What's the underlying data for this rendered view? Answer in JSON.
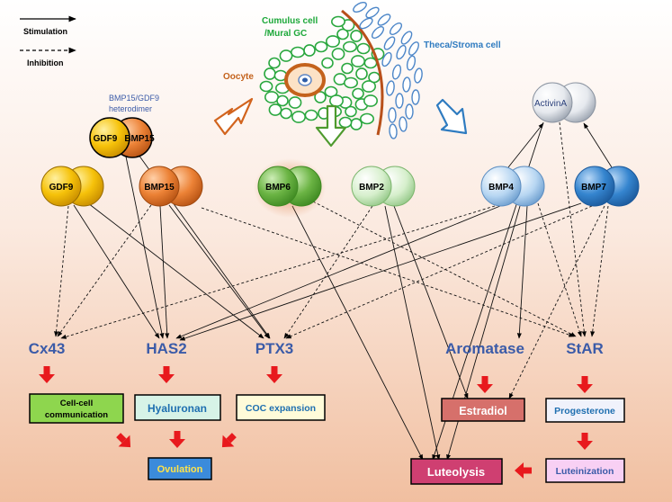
{
  "legend": {
    "stimulation": "Stimulation",
    "inhibition": "Inhibition"
  },
  "follicle": {
    "cumulus_line1": "Cumulus cell",
    "cumulus_line2": "/Mural GC",
    "theca": "Theca/Stroma cell",
    "oocyte": "Oocyte"
  },
  "heterodimer_caption": {
    "line1": "BMP15/GDF9",
    "line2": "heterodimer"
  },
  "ligands": {
    "gdf9_hetero": "GDF9",
    "bmp15_hetero": "BMP15",
    "gdf9": "GDF9",
    "bmp15": "BMP15",
    "bmp6": "BMP6",
    "bmp2": "BMP2",
    "bmp4": "BMP4",
    "bmp7": "BMP7",
    "activin_a": "ActivinA"
  },
  "genes": {
    "cx43": "Cx43",
    "has2": "HAS2",
    "ptx3": "PTX3",
    "aromatase": "Aromatase",
    "star": "StAR"
  },
  "outcomes": {
    "cell_comm_line1": "Cell-cell",
    "cell_comm_line2": "communication",
    "hyaluronan": "Hyaluronan",
    "coc_expansion": "COC expansion",
    "ovulation": "Ovulation",
    "estradiol": "Estradiol",
    "progesterone": "Progesterone",
    "luteinization": "Luteinization",
    "luteolysis": "Luteolysis"
  },
  "colors": {
    "gene_text": "#3B5BA8",
    "red_arrow": "#E8191D",
    "cumulus_green": "#1DA83A",
    "oocyte_orange": "#C4621C",
    "theca_blue": "#2E7BC0",
    "gdf9_yellow": "#F2B705",
    "bmp15_orange": "#E87A2A",
    "bmp6_green": "#5CAB3A",
    "bmp2_light_green": "#CDEBC2",
    "bmp4_light_blue": "#A9CCEE",
    "bmp7_blue": "#2E78C3"
  }
}
